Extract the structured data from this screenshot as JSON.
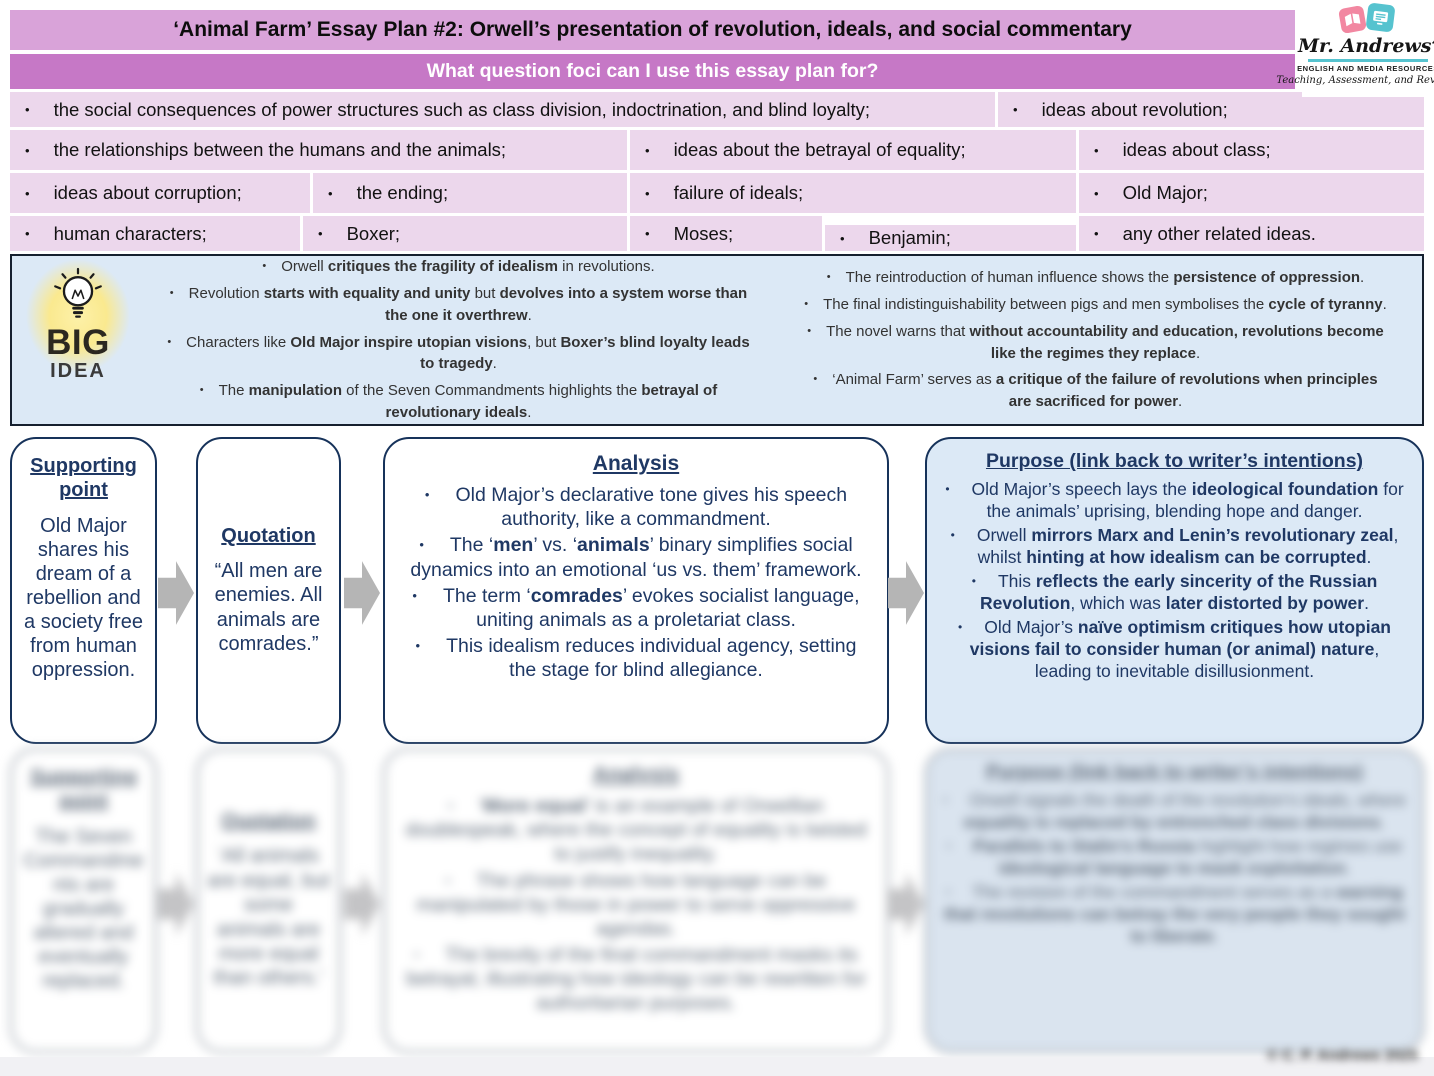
{
  "header": {
    "title": "‘Animal Farm’ Essay Plan #2: Orwell’s presentation of revolution, ideals, and social commentary",
    "question_bar": "What question foci can I use this essay plan for?"
  },
  "logo": {
    "name": "Mr. Andrews’",
    "subtitle": "ENGLISH AND MEDIA RESOURCES",
    "tagline": "Teaching, Assessment, and Revision"
  },
  "foci_rows": [
    [
      "the social consequences of power structures such as class division, indoctrination, and blind loyalty;",
      "ideas about revolution;"
    ],
    [
      "the relationships between the humans and the animals;",
      "ideas about the betrayal of equality;",
      "ideas about class;"
    ],
    [
      "ideas about corruption;",
      "the ending;",
      "failure of ideals;",
      "Old Major;"
    ],
    [
      "human characters;",
      "Boxer;",
      "Moses;",
      "Benjamin;",
      "any other related ideas."
    ]
  ],
  "big_idea": {
    "big": "BIG",
    "idea": "IDEA",
    "left": [
      [
        {
          "t": "Orwell "
        },
        {
          "t": "critiques the fragility of idealism",
          "b": 1
        },
        {
          "t": " in revolutions."
        }
      ],
      [
        {
          "t": "Revolution "
        },
        {
          "t": "starts with equality and unity",
          "b": 1
        },
        {
          "t": " but "
        },
        {
          "t": "devolves into a system worse than the one it overthrew",
          "b": 1
        },
        {
          "t": "."
        }
      ],
      [
        {
          "t": "Characters like "
        },
        {
          "t": "Old Major inspire utopian visions",
          "b": 1
        },
        {
          "t": ", but "
        },
        {
          "t": "Boxer’s blind loyalty leads to tragedy",
          "b": 1
        },
        {
          "t": "."
        }
      ],
      [
        {
          "t": "The "
        },
        {
          "t": "manipulation",
          "b": 1
        },
        {
          "t": " of the Seven Commandments highlights the "
        },
        {
          "t": "betrayal of revolutionary ideals",
          "b": 1
        },
        {
          "t": "."
        }
      ]
    ],
    "right": [
      [
        {
          "t": "The reintroduction of human influence shows the "
        },
        {
          "t": "persistence of oppression",
          "b": 1
        },
        {
          "t": "."
        }
      ],
      [
        {
          "t": "The final indistinguishability between pigs and men symbolises the "
        },
        {
          "t": "cycle of tyranny",
          "b": 1
        },
        {
          "t": "."
        }
      ],
      [
        {
          "t": "The novel warns that "
        },
        {
          "t": "without accountability and education, revolutions become like the regimes they replace",
          "b": 1
        },
        {
          "t": "."
        }
      ],
      [
        {
          "t": "‘Animal Farm’ serves as "
        },
        {
          "t": "a critique of the failure of revolutions when principles are sacrificed for power",
          "b": 1
        },
        {
          "t": "."
        }
      ]
    ]
  },
  "row1": {
    "supporting": {
      "header": "Supporting point",
      "body": "Old Major shares his dream of a rebellion and a society free from human oppression."
    },
    "quotation": {
      "header": "Quotation",
      "body": "“All men are enemies. All animals are comrades.”"
    },
    "analysis": {
      "header": "Analysis",
      "items": [
        [
          {
            "t": "Old Major’s declarative tone gives his speech authority, like a commandment."
          }
        ],
        [
          {
            "t": "The ‘"
          },
          {
            "t": "men",
            "b": 1
          },
          {
            "t": "’ vs. ‘"
          },
          {
            "t": "animals",
            "b": 1
          },
          {
            "t": "’ binary simplifies social dynamics into an emotional ‘us vs. them’ framework."
          }
        ],
        [
          {
            "t": "The term ‘"
          },
          {
            "t": "comrades",
            "b": 1
          },
          {
            "t": "’ evokes socialist language, uniting animals as a proletariat class."
          }
        ],
        [
          {
            "t": "This idealism reduces individual agency, setting the stage for blind allegiance."
          }
        ]
      ]
    },
    "purpose": {
      "header": "Purpose (link back to writer’s intentions)",
      "items": [
        [
          {
            "t": "Old Major’s speech lays the "
          },
          {
            "t": "ideological foundation",
            "b": 1
          },
          {
            "t": " for the animals’ uprising, blending hope and danger."
          }
        ],
        [
          {
            "t": "Orwell "
          },
          {
            "t": "mirrors Marx and Lenin’s revolutionary zeal",
            "b": 1
          },
          {
            "t": ", whilst "
          },
          {
            "t": "hinting at how idealism can be corrupted",
            "b": 1
          },
          {
            "t": "."
          }
        ],
        [
          {
            "t": "This "
          },
          {
            "t": "reflects the early sincerity of the Russian Revolution",
            "b": 1
          },
          {
            "t": ", which was "
          },
          {
            "t": "later distorted by power",
            "b": 1
          },
          {
            "t": "."
          }
        ],
        [
          {
            "t": "Old Major’s "
          },
          {
            "t": "naïve optimism critiques how utopian visions fail to consider human (or animal) nature",
            "b": 1
          },
          {
            "t": ", leading to inevitable disillusionment."
          }
        ]
      ]
    }
  },
  "row2": {
    "supporting": {
      "header": "Supporting point",
      "body": "The Seven Commandments are gradually altered and eventually replaced."
    },
    "quotation": {
      "header": "Quotation",
      "body": "‘All animals are equal, but some animals are more equal than others.’"
    },
    "analysis": {
      "header": "Analysis",
      "items": [
        [
          {
            "t": "‘"
          },
          {
            "t": "More equal",
            "b": 1
          },
          {
            "t": "’ is an example of Orwellian doublespeak, where the concept of equality is twisted to justify inequality."
          }
        ],
        [
          {
            "t": "The phrase shows how language can be manipulated by those in power to serve oppressive agendas."
          }
        ],
        [
          {
            "t": "The brevity of the final commandment masks its betrayal, illustrating how ideology can be rewritten for authoritarian purposes."
          }
        ]
      ]
    },
    "purpose": {
      "header": "Purpose (link back to writer’s intentions)",
      "items": [
        [
          {
            "t": "Orwell signals the death of the revolution’s ideals, where "
          },
          {
            "t": "equality is replaced by entrenched class divisions",
            "b": 1
          },
          {
            "t": "."
          }
        ],
        [
          {
            "t": "Parallels to Stalin’s Russia",
            "b": 1
          },
          {
            "t": " highlight how regimes use "
          },
          {
            "t": "ideological language to mask exploitation",
            "b": 1
          },
          {
            "t": "."
          }
        ],
        [
          {
            "t": "The revision of the commandment serves as a "
          },
          {
            "t": "warning that revolutions can betray the very people they sought to liberate",
            "b": 1
          },
          {
            "t": "."
          }
        ]
      ]
    }
  },
  "footer": {
    "copyright": "© C. P. Andrews 2025"
  },
  "colors": {
    "title_bar": "#d9a3d9",
    "question_bar": "#c678c6",
    "foci_cell": "#ecd7ec",
    "panel_blue": "#dce9f6",
    "navy": "#1f3864",
    "arrow_gray": "#b5b5b5",
    "logo_pink": "#f287a1",
    "logo_teal": "#56c3cf"
  }
}
